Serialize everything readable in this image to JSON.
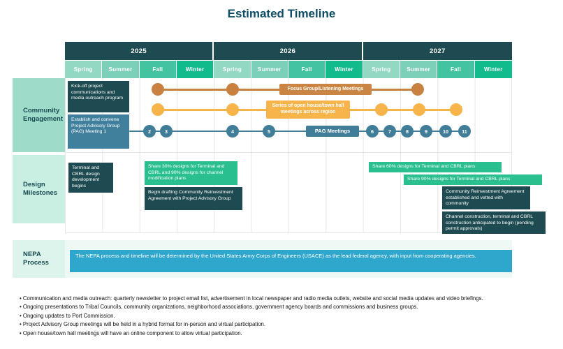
{
  "title": "Estimated Timeline",
  "header": {
    "years": [
      "2025",
      "2026",
      "2027"
    ],
    "seasons": [
      "Spring",
      "Summer",
      "Fall",
      "Winter",
      "Spring",
      "Summer",
      "Fall",
      "Winter",
      "Spring",
      "Summer",
      "Fall",
      "Winter"
    ]
  },
  "row_labels": {
    "community": "Community Engagement",
    "design": "Design Milestones",
    "nepa": "NEPA Process"
  },
  "community": {
    "kickoff": "Kick-off project communications and media outreach program",
    "establish": "Establish and convene Project Advisory Group (PAG) Meeting 1",
    "focus_group_label": "Focus Group/Listening Meetings",
    "open_house_label": "Series of open house/town hall meetings across region",
    "pag_label": "PAG Meetings",
    "pag_numbers": [
      "2",
      "3",
      "4",
      "5",
      "6",
      "7",
      "8",
      "9",
      "10",
      "11"
    ]
  },
  "design": {
    "terminal": "Terminal and CBRL design development begins",
    "share30": "Share 30% designs for Terminal and CBRL and 90% designs for channel modification plans",
    "begin_drafting": "Begin drafting Community Reinvestment Agreement with Project Advisory Group",
    "share60": "Share 60% designs for Terminal and CBRL plans",
    "share90": "Share 90% designs for Terminal and CBRL plans",
    "cra_established": "Community Reinvestment Agreement established and vetted with community",
    "channel_construction": "Channel construction, terminal and CBRL construction anticipated to begin (pending permit approvals)"
  },
  "nepa": {
    "text": "The NEPA process and timeline will be determined by the United States Army Corps of Engineers (USACE) as the lead federal agency, with input from cooperating agencies."
  },
  "footnotes": [
    "Communication and media outreach: quarterly newsletter to project email list, advertisement in local newspaper and radio media outlets, website and social media updates and video briefings.",
    "Ongoing presentations to Tribal Councils, community organizations, neighborhood associations, government agency boards and commissions and business groups.",
    "Ongoing updates to Port Commission.",
    "Project Advisory Group meetings will be held in a hybrid format for in-person and virtual participation.",
    "Open house/town hall meetings will have an online component to allow virtual participation."
  ],
  "colors": {
    "header_dark_teal": "#1d4b51",
    "season_spring": "#92d8c2",
    "season_summer": "#7ccfb8",
    "season_fall": "#44c3a0",
    "season_winter": "#11bb8c",
    "steel_blue": "#41809c",
    "milestone_green": "#29bf8e",
    "focus_orange": "#c8813f",
    "open_house_orange": "#f6b44b",
    "pag_teal": "#3f7d98",
    "nepa_blue": "#2fa6cb",
    "label_mint_dark": "#9edcc9",
    "label_mint_mid": "#c9eee2",
    "label_mint_light": "#ddf4ec",
    "title_color": "#0e4d66"
  },
  "chart_data": {
    "type": "table",
    "title": "Estimated Timeline",
    "x_axis": {
      "years": [
        "2025",
        "2026",
        "2027"
      ],
      "quarters_per_year": [
        "Spring",
        "Summer",
        "Fall",
        "Winter"
      ]
    },
    "rows": [
      {
        "category": "Community Engagement",
        "events": [
          {
            "label": "Kick-off project communications and media outreach program",
            "time": "2025 Spring"
          },
          {
            "label": "Focus Group/Listening Meetings",
            "occurrences": [
              "2025 Fall",
              "2026 Spring",
              "2027 Summer"
            ]
          },
          {
            "label": "Series of open house/town hall meetings across region",
            "occurrences": [
              "2025 Fall",
              "2026 Spring",
              "2027 Spring",
              "2027 Summer",
              "2027 Fall"
            ]
          },
          {
            "label": "Establish and convene Project Advisory Group (PAG) Meeting 1",
            "time": "2025 Spring"
          },
          {
            "label": "PAG Meetings",
            "occurrences": [
              {
                "meeting": 2,
                "time": "2025 Fall"
              },
              {
                "meeting": 3,
                "time": "2025 Fall"
              },
              {
                "meeting": 4,
                "time": "2026 Spring"
              },
              {
                "meeting": 5,
                "time": "2026 Summer"
              },
              {
                "meeting": 6,
                "time": "2027 Spring"
              },
              {
                "meeting": 7,
                "time": "2027 Spring"
              },
              {
                "meeting": 8,
                "time": "2027 Summer"
              },
              {
                "meeting": 9,
                "time": "2027 Summer"
              },
              {
                "meeting": 10,
                "time": "2027 Fall"
              },
              {
                "meeting": 11,
                "time": "2027 Fall"
              }
            ]
          }
        ]
      },
      {
        "category": "Design Milestones",
        "events": [
          {
            "label": "Terminal and CBRL design development begins",
            "time": "2025 Spring"
          },
          {
            "label": "Share 30% designs for Terminal and CBRL and 90% designs for channel modification plans",
            "time": "2025 Fall"
          },
          {
            "label": "Begin drafting Community Reinvestment Agreement with Project Advisory Group",
            "time": "2025 Fall"
          },
          {
            "label": "Share 60% designs for Terminal and CBRL plans",
            "time": "2027 Spring"
          },
          {
            "label": "Share 90% designs for Terminal and CBRL plans",
            "time": "2027 Summer"
          },
          {
            "label": "Community Reinvestment Agreement established and vetted with community",
            "time": "2027 Fall"
          },
          {
            "label": "Channel construction, terminal and CBRL construction anticipated to begin (pending permit approvals)",
            "time": "2027 Fall"
          }
        ]
      },
      {
        "category": "NEPA Process",
        "events": [
          {
            "label": "The NEPA process and timeline will be determined by the United States Army Corps of Engineers (USACE) as the lead federal agency, with input from cooperating agencies.",
            "time": "2025 Spring - 2027 Winter"
          }
        ]
      }
    ]
  }
}
